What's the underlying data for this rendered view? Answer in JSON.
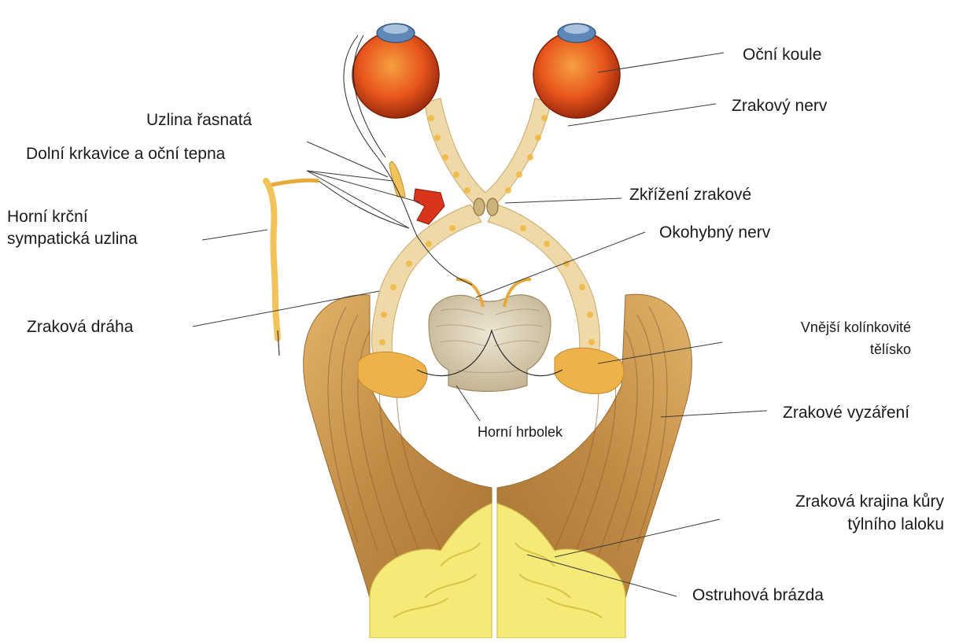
{
  "labels": {
    "ocni_koule": "Oční koule",
    "zrakovy_nerv": "Zrakový nerv",
    "uzlina_rasnata": "Uzlina řasnatá",
    "dolni_krkavice": "Dolní krkavice a oční tepna",
    "zkrizeni": "Zkřížení zrakové",
    "horni_krcni_1": "Horní krční",
    "horni_krcni_2": "sympatická uzlina",
    "okohybny_nerv": "Okohybný nerv",
    "zrakova_draha": "Zraková dráha",
    "vnejsi_1": "Vnější kolínkovité",
    "vnejsi_2": "tělísko",
    "horni_hrbolek": "Horní hrbolek",
    "zrakove_vyzareni": "Zrakové vyzáření",
    "krajina_1": "Zraková krajina kůry",
    "krajina_2": "týlního laloku",
    "ostruhova": "Ostruhová brázda"
  },
  "colors": {
    "eyeball": "#e8561c",
    "nerve": "#f2c35a",
    "tract_fill": "#f0d9a8",
    "radiation": "#c89a55",
    "cortex": "#f7ee7a",
    "artery": "#d9341c",
    "midbrain": "#d8cbb0"
  }
}
